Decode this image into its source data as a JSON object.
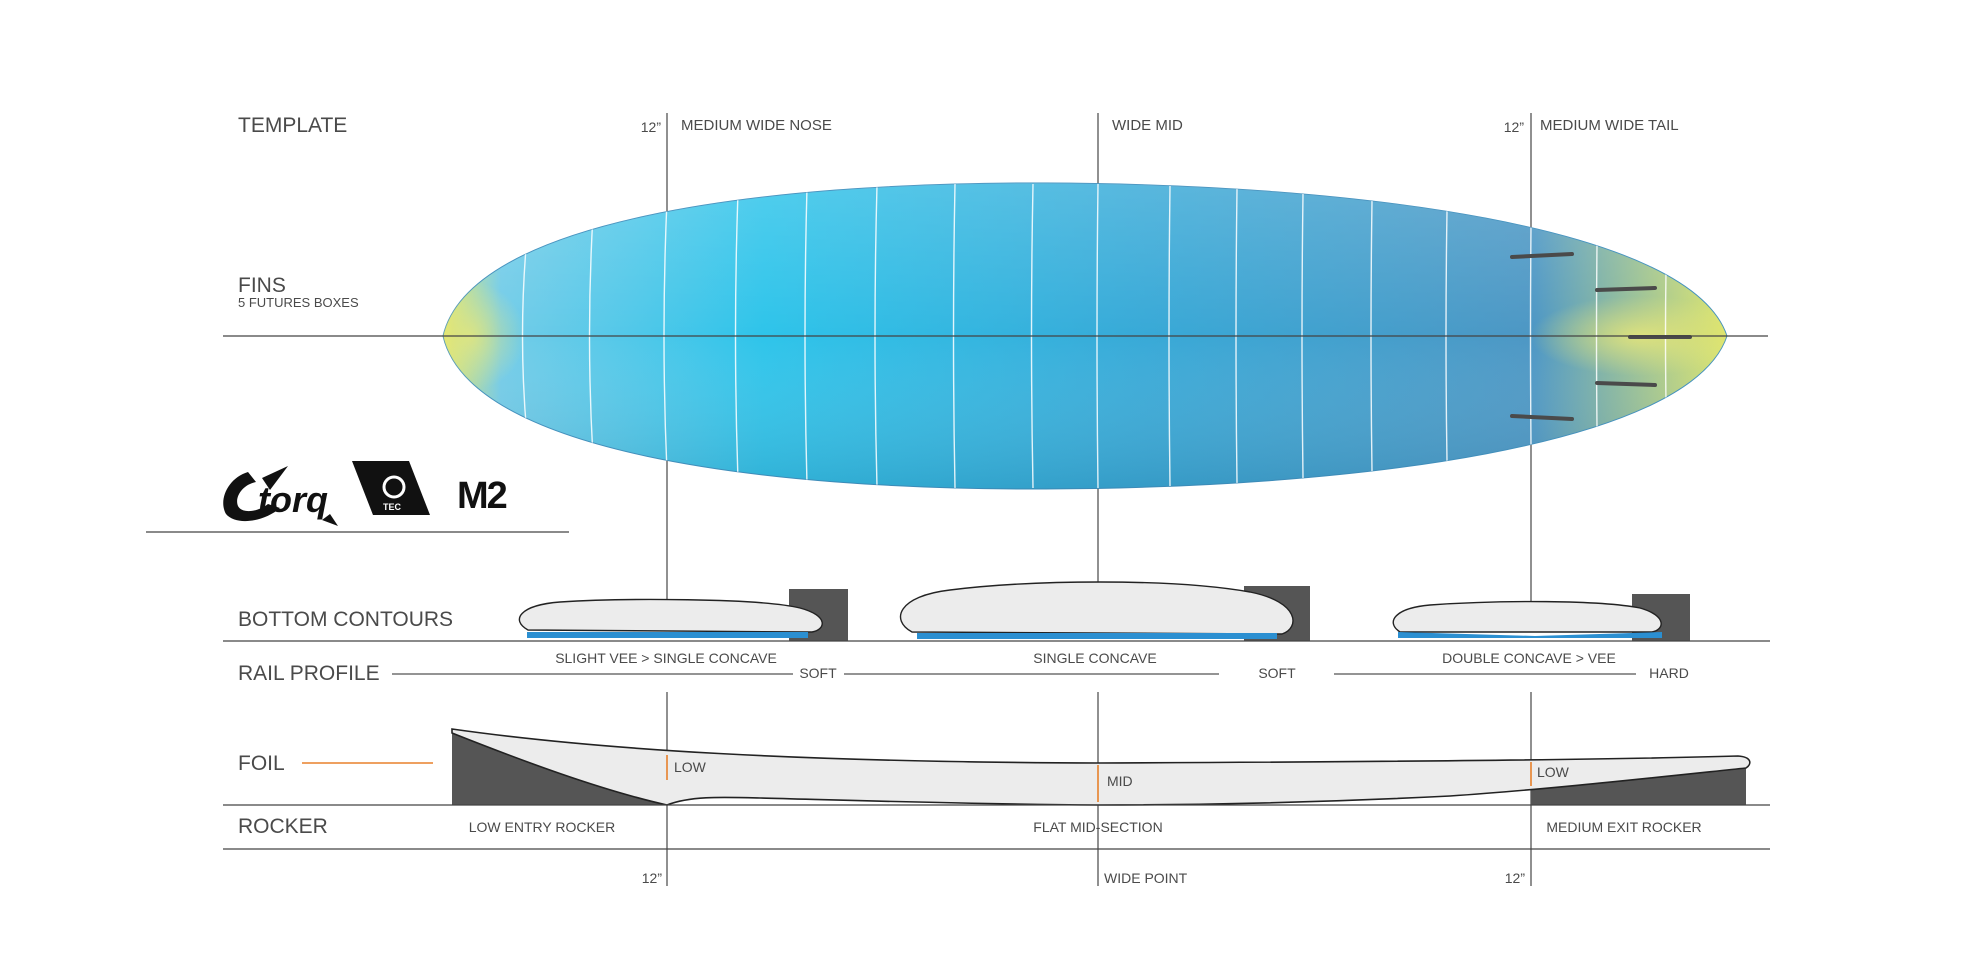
{
  "sections": {
    "template": "TEMPLATE",
    "fins": "FINS",
    "fins_sub": "5 FUTURES BOXES",
    "bottom_contours": "BOTTOM  CONTOURS",
    "rail_profile": "RAIL PROFILE",
    "foil": "FOIL",
    "rocker": "ROCKER"
  },
  "template_labels": {
    "nose_measure": "12”",
    "nose": "MEDIUM WIDE NOSE",
    "mid": "WIDE MID",
    "tail_measure": "12”",
    "tail": "MEDIUM WIDE TAIL"
  },
  "contours": {
    "nose": "SLIGHT VEE > SINGLE CONCAVE",
    "mid": "SINGLE CONCAVE",
    "tail": "DOUBLE CONCAVE > VEE"
  },
  "rails": {
    "nose": "SOFT",
    "mid": "SOFT",
    "tail": "HARD"
  },
  "foil": {
    "nose": "LOW",
    "mid": "MID",
    "tail": "LOW"
  },
  "rocker": {
    "nose": "LOW ENTRY ROCKER",
    "mid": "FLAT MID-SECTION",
    "tail": "MEDIUM EXIT ROCKER"
  },
  "bottom_marks": {
    "nose_measure": "12”",
    "mid": "WIDE POINT",
    "tail_measure": "12”"
  },
  "logos": {
    "torq": "torq",
    "tec": "TEC",
    "m2": "M2"
  },
  "colors": {
    "board_blue": "#2ec3ea",
    "board_deep": "#3c9ac9",
    "board_yellow": "#dbe56a",
    "foil_accent": "#e8812b",
    "contour_blue": "#2b8fd1",
    "dark_gray": "#555555"
  }
}
